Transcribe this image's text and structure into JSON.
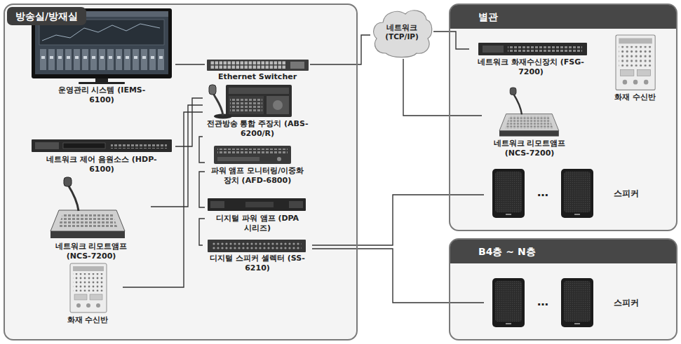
{
  "diagram": {
    "nodes": [
      {
        "text": [
          "방송실/방재실"
        ]
      },
      {
        "text": [
          "운영관리 시스템 (IEMS-6100)"
        ],
        "in": 0
      },
      {
        "text": [
          "Ethernet Switcher"
        ],
        "in": 0
      },
      {
        "text": [
          "전관방송 통합 주장치 (ABS-6200/R)"
        ],
        "in": 0
      },
      {
        "text": [
          "네트워크 제어 음원소스 (HDP-6100)"
        ],
        "in": 0
      },
      {
        "text": [
          "파워 앰프 모니터링/이중화 장치 (AFD-6800)"
        ],
        "in": 0
      },
      {
        "text": [
          "네트워크 리모트앰프 (NCS-7200)"
        ],
        "in": 0
      },
      {
        "text": [
          "디지털 파워 앰프 (DPA 시리즈)"
        ],
        "in": 0
      },
      {
        "text": [
          "디지털 스피커 셀렉터 (SS-6210)"
        ],
        "in": 0
      },
      {
        "text": [
          "화재 수신반"
        ],
        "in": 0
      },
      {
        "text": [
          "네트워크 (TCP/IP)"
        ]
      },
      {
        "text": [
          "별관"
        ]
      },
      {
        "text": [
          "네트워크 화재수신장치 (FSG-7200)"
        ],
        "in": 11
      },
      {
        "text": [
          "화재 수신반"
        ],
        "in": 11
      },
      {
        "text": [
          "네트워크 리모트앰프 (NCS-7200)"
        ],
        "in": 11
      },
      {
        "text": [
          "스피커"
        ],
        "in": 11
      },
      {
        "text": [
          "B4층 ~ N층"
        ]
      },
      {
        "text": [
          "스피커"
        ],
        "in": 16
      }
    ],
    "edges": [
      {
        "from": 1,
        "to": 2,
        "arrow": "none"
      },
      {
        "from": 4,
        "to": 3,
        "arrow": "none"
      },
      {
        "from": 6,
        "to": 3,
        "arrow": "none"
      },
      {
        "from": 9,
        "to": 3,
        "arrow": "none"
      },
      {
        "from": 3,
        "to": 5,
        "arrow": "none"
      },
      {
        "from": 5,
        "to": 7,
        "arrow": "none"
      },
      {
        "from": 7,
        "to": 8,
        "arrow": "none"
      },
      {
        "from": 2,
        "to": 10,
        "arrow": "none"
      },
      {
        "from": 10,
        "to": 12,
        "arrow": "none"
      },
      {
        "from": 10,
        "to": 14,
        "arrow": "none"
      },
      {
        "from": 8,
        "to": 15,
        "arrow": "none"
      },
      {
        "from": 8,
        "to": 17,
        "arrow": "none"
      }
    ],
    "labels": [
      "…",
      "…"
    ]
  }
}
